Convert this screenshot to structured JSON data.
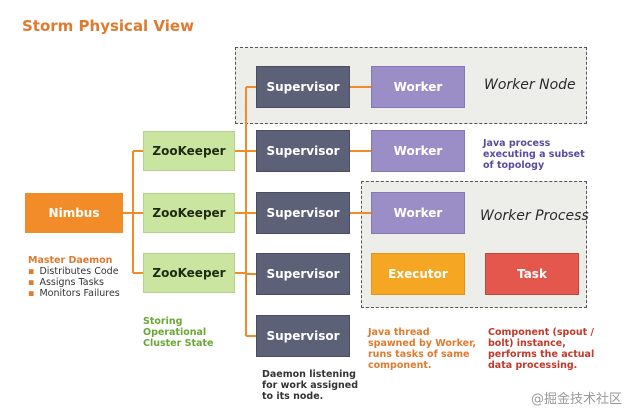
{
  "title": "Storm Physical View",
  "nimbus": {
    "label": "Nimbus"
  },
  "zookeepers": [
    {
      "label": "ZooKeeper"
    },
    {
      "label": "ZooKeeper"
    },
    {
      "label": "ZooKeeper"
    }
  ],
  "supervisors": [
    {
      "label": "Supervisor"
    },
    {
      "label": "Supervisor"
    },
    {
      "label": "Supervisor"
    },
    {
      "label": "Supervisor"
    },
    {
      "label": "Supervisor"
    }
  ],
  "workers": [
    {
      "label": "Worker"
    },
    {
      "label": "Worker"
    },
    {
      "label": "Worker"
    }
  ],
  "executor": {
    "label": "Executor"
  },
  "task": {
    "label": "Task"
  },
  "regions": {
    "worker_node": "Worker Node",
    "worker_process": "Worker Process"
  },
  "notes": {
    "master_daemon": {
      "heading": "Master Daemon",
      "bullets": [
        "Distributes Code",
        "Assigns Tasks",
        "Monitors Failures"
      ]
    },
    "zookeeper_storage": [
      "Storing",
      "Operational",
      "Cluster State"
    ],
    "supervisor_daemon": [
      "Daemon listening",
      "for work assigned",
      "to its node."
    ],
    "worker_java_process": [
      "Java process",
      "executing a subset",
      "of topology"
    ],
    "executor_java_thread": [
      "Java thread",
      "spawned by Worker,",
      "runs tasks of same",
      "component."
    ],
    "task_component": [
      "Component (spout /",
      "bolt) instance,",
      "performs the actual",
      "data processing."
    ]
  },
  "watermark": "@掘金技术社区"
}
